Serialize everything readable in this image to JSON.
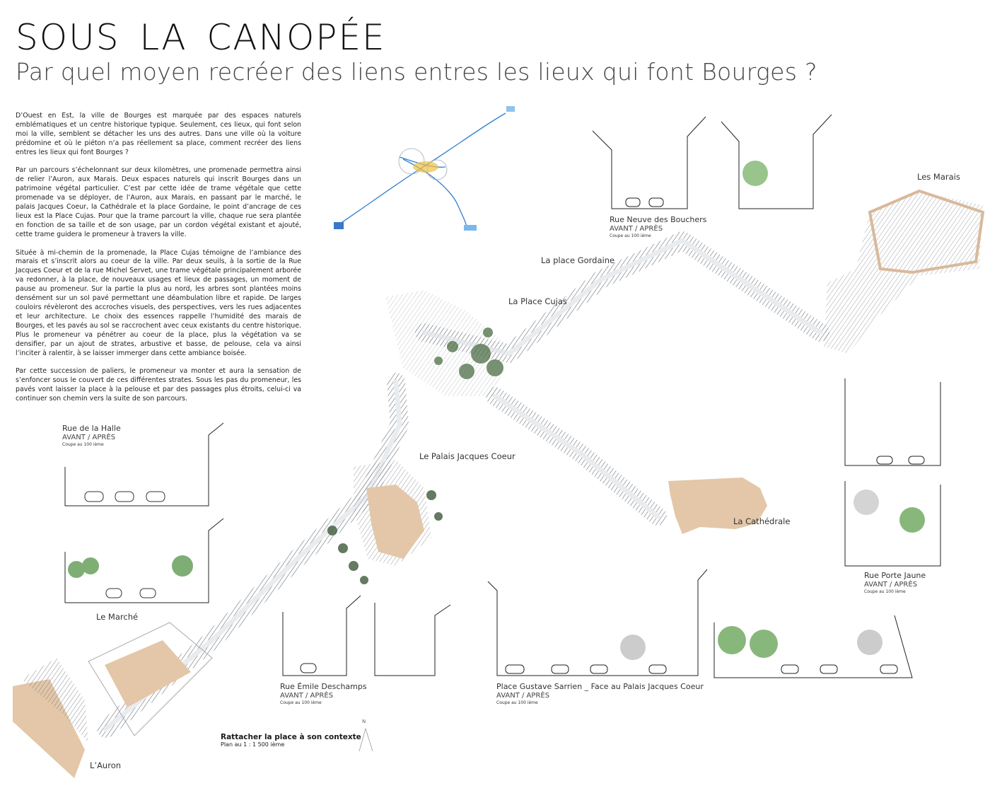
{
  "header": {
    "title": "SOUS LA CANOPÉE",
    "subtitle": "Par quel moyen recréer des liens entres les lieux qui font Bourges ?"
  },
  "body_paragraphs": [
    "D’Ouest en Est, la ville de Bourges est marquée par des espaces naturels emblématiques et un centre historique typique. Seulement, ces lieux, qui font selon moi la ville, semblent se détacher les uns des autres. Dans une ville où la voiture prédomine et où le piéton n’a pas réellement sa place, comment recréer des liens entres les lieux qui font Bourges ?",
    "Par un parcours s’échelonnant sur deux kilomètres, une promenade permettra ainsi de relier l’Auron, aux Marais. Deux espaces naturels qui inscrit Bourges dans un patrimoine végétal particulier. C’est par cette idée de trame végétale que cette promenade va se déployer, de l’Auron, aux Marais, en passant par le marché, le palais Jacques Coeur, la Cathédrale et la place Gordaine, le point d’ancrage de ces lieux est la Place Cujas. Pour que la trame parcourt la ville, chaque rue sera plantée en fonction de sa taille et de son usage, par un cordon végétal existant et ajouté, cette trame guidera le promeneur à travers la ville.",
    "Située à mi-chemin de la promenade, la Place Cujas témoigne de l’ambiance des marais et s’inscrit alors au coeur de la ville. Par deux seuils, à la sortie de la Rue Jacques Coeur et de la rue Michel Servet, une trame végétale principalement arborée va redonner, à la place, de nouveaux usages et lieux de passages, un moment de pause au promeneur. Sur la partie la plus au nord, les arbres sont plantées moins densément sur un sol pavé permettant une déambulation libre et rapide. De larges couloirs révèleront des accroches visuels, des perspectives, vers les rues adjacentes et leur architecture. Le choix des essences rappelle l’humidité des marais de Bourges, et les pavés au sol se raccrochent avec ceux existants du centre historique. Plus le promeneur va pénétrer au coeur de la place, plus la végétation va se densifier, par un ajout de strates, arbustive et basse, de pelouse, cela va ainsi l’inciter à ralentir, à se laisser immerger dans cette ambiance boisée.",
    "Par cette succession de paliers, le promeneur va monter et aura la sensation de s’enfoncer sous le couvert de ces différentes strates. Sous les pas du promeneur, les pavés vont laisser la place à la pelouse et par des passages plus étroits,  celui-ci va continuer son chemin vers la suite de son parcours."
  ],
  "map_labels": {
    "marais": "Les Marais",
    "gordaine": "La place Gordaine",
    "cujas": "La Place Cujas",
    "palais": "Le Palais Jacques Coeur",
    "cathedrale": "La Cathédrale",
    "marche": "Le Marché",
    "auron": "L’Auron"
  },
  "sections": [
    {
      "name": "Rue de la Halle",
      "sub": "AVANT / APRÈS",
      "scale": "Coupe au 100 ième"
    },
    {
      "name": "Rue Neuve des Bouchers",
      "sub": "AVANT / APRÈS",
      "scale": "Coupe au 100 ième"
    },
    {
      "name": "Rue Porte Jaune",
      "sub": "AVANT / APRÈS",
      "scale": "Coupe au 100 ième"
    },
    {
      "name": "Rue Émile Deschamps",
      "sub": "AVANT / APRÈS",
      "scale": "Coupe au 100 ième"
    },
    {
      "name": "Place Gustave Sarrien _ Face au Palais Jacques Coeur",
      "sub": "AVANT / APRÈS",
      "scale": "Coupe au 100 ième"
    }
  ],
  "plan": {
    "title": "Rattacher la place à son contexte",
    "scale": "Plan au 1 : 1 500 ième",
    "north": "N"
  },
  "colors": {
    "beige": "#e3c7a8",
    "street": "#9aa0a8",
    "green": "#6aa55a",
    "blue": "#2f7fd0"
  }
}
